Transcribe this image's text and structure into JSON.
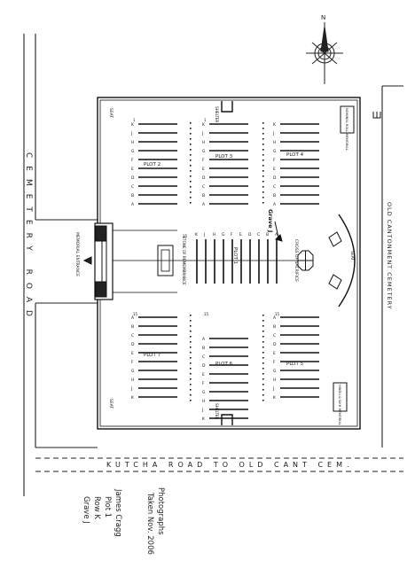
{
  "roads": {
    "cemetery_road": "CEMETERY ROAD",
    "kutcha_road": "KUTCHA ROAD TO OLD CANT CEM.",
    "old_cantonment_cemetery": "OLD CANTONMENT CEMETERY"
  },
  "labels": {
    "memorial_entrance": "MEMORIAL ENTRANCE",
    "stone_of_remembrance": "STONE OF REMEMBRANCE",
    "cross_of_sacrifice": "CROSS OF SACRIFICE",
    "seat": "SEAT",
    "shelter": "SHELTER",
    "plaque_top_right": "NOMINAL ROLL MEMORIAL",
    "plaque_bottom_right": "HINDU & SIKH MEMORIAL",
    "grave_marker": "Grave J",
    "grave_marker_letter": "J"
  },
  "plots": [
    {
      "id": "plot-2",
      "name": "PLOT 2"
    },
    {
      "id": "plot-3",
      "name": "PLOT 3"
    },
    {
      "id": "plot-4-top",
      "name": "PLOT 4"
    },
    {
      "id": "plot-1",
      "name": "PLOT 1"
    },
    {
      "id": "plot-7",
      "name": "PLOT 7"
    },
    {
      "id": "plot-6",
      "name": "PLOT 6"
    },
    {
      "id": "plot-5",
      "name": "PLOT 5"
    }
  ],
  "row_letters": {
    "upper": [
      "K",
      "J",
      "H",
      "G",
      "F",
      "E",
      "D",
      "C",
      "B",
      "A"
    ],
    "lower": [
      "A",
      "B",
      "C",
      "D",
      "E",
      "F",
      "G",
      "H",
      "J",
      "K"
    ],
    "plot1": [
      "K",
      "J",
      "H",
      "G",
      "F",
      "E",
      "D",
      "C",
      "B",
      "A"
    ]
  },
  "numbers": {
    "first": "1",
    "last": "15"
  },
  "compass": {
    "north_letter": "N"
  },
  "handwritten_note": {
    "lines": [
      "James Cragg",
      "Plot 1",
      "Row K",
      "Grave J"
    ]
  },
  "photo_note": {
    "lines": [
      "Photographs",
      "Taken Nov. 2006"
    ]
  }
}
